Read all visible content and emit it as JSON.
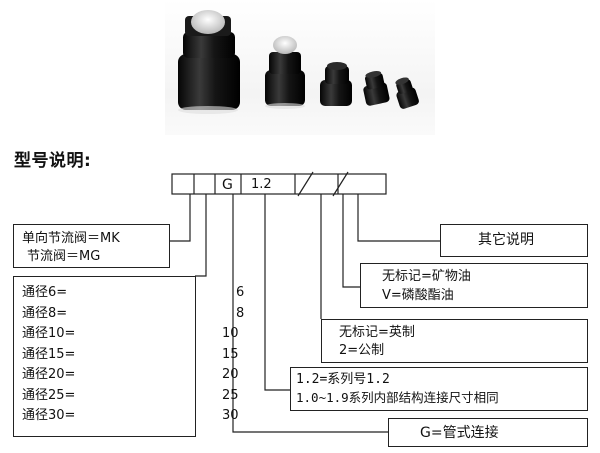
{
  "heading": "型号说明:",
  "code_cells": {
    "type_letter": "G",
    "series": "1.2"
  },
  "type_box": {
    "line1": "单向节流阀＝MK",
    "line2": "节流阀＝MG"
  },
  "bore_box": {
    "labels": [
      "通径6=",
      "通径8=",
      "通径10=",
      "通径15=",
      "通径20=",
      "通径25=",
      "通径30="
    ],
    "values": [
      "6",
      "8",
      "10",
      "15",
      "20",
      "25",
      "30"
    ]
  },
  "other_box": {
    "text": "其它说明"
  },
  "oil_box": {
    "line1": "无标记=矿物油",
    "line2": "V=磷酸酯油"
  },
  "unit_box": {
    "line1": "无标记=英制",
    "line2": "2=公制"
  },
  "series_box": {
    "line1": "1.2=系列号1.2",
    "line2": "1.0~1.9系列内部结构连接尺寸相同"
  },
  "conn_box": {
    "text": "G=管式连接"
  }
}
